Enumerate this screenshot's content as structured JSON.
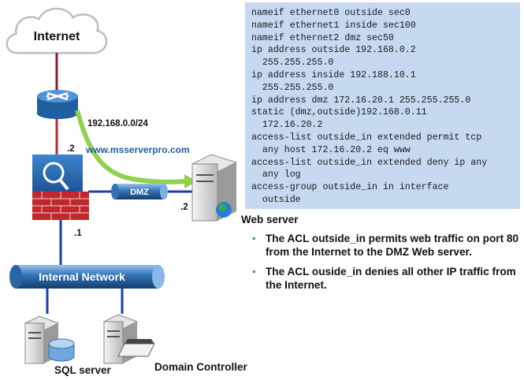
{
  "internet_label": "Internet",
  "outside_network_label": "192.168.0.0/24",
  "website_label": "www.msserverpro.com",
  "firewall_outside_ip_label": ".2",
  "firewall_inside_ip_label": ".1",
  "dmz_link_label": "DMZ",
  "web_server_ip_label": ".2",
  "web_server_label": "Web server",
  "internal_network_label": "Internal Network",
  "sql_server_label": "SQL server",
  "domain_controller_label": "Domain Controller",
  "config_lines": [
    "nameif ethernet0 outside sec0",
    "nameif ethernet1 inside sec100",
    "nameif ethernet2 dmz sec50",
    "ip address outside 192.168.0.2",
    "  255.255.255.0",
    "ip address inside 192.188.10.1",
    "  255.255.255.0",
    "ip address dmz 172.16.20.1 255.255.255.0",
    "static (dmz,outside)192.168.0.11",
    "  172.16.20.2",
    "access-list outside_in extended permit tcp",
    "  any host 172.16.20.2 eq www",
    "access-list outside_in extended deny ip any",
    "  any log",
    "access-group outside_in in interface",
    "  outside"
  ],
  "notes": [
    "The ACL  outside_in permits web traffic on port 80 from the Internet to the DMZ Web server.",
    "The ACL ouside_in denies all other IP traffic from the Internet."
  ],
  "colors": {
    "config_bg": "#c6d9f1",
    "router_blue": "#1f6fb5",
    "firewall_blue": "#1d5fa8",
    "firewall_brick": "#c0282e",
    "traffic_arrow": "#92d050",
    "link_outside": "#c0282e",
    "link_inside": "#1a3fa8",
    "tube_blue": "#2e6fb0",
    "bullet": "#3399cc",
    "link_text": "#1f5fa0"
  }
}
